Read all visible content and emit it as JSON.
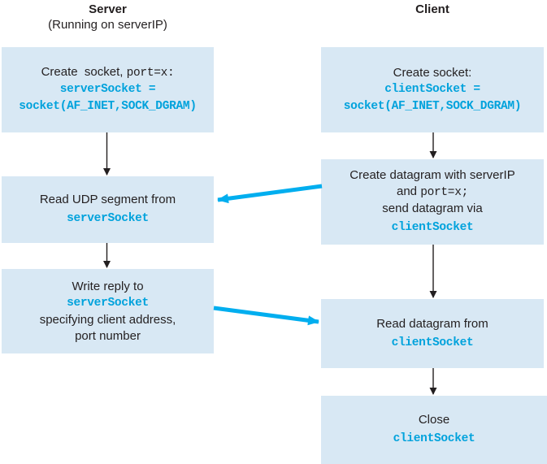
{
  "colors": {
    "box_fill": "#d8e8f4",
    "code_text": "#00a2dc",
    "arrow_accent": "#00aeef",
    "text_dark": "#231f20"
  },
  "server": {
    "heading": "Server",
    "subheading": "(Running on serverIP)",
    "box1": {
      "line1_text": "Create  socket, ",
      "line1_code": "port=x:",
      "line2_code": "serverSocket =",
      "line3_code": "socket(AF_INET,SOCK_DGRAM)"
    },
    "box2": {
      "line1_text": "Read UDP segment from",
      "line2_code": "serverSocket"
    },
    "box3": {
      "line1_text": "Write reply to",
      "line2_code": "serverSocket",
      "line3_text": "specifying client address,",
      "line4_text": "port number"
    }
  },
  "client": {
    "heading": "Client",
    "box1": {
      "line1_text": "Create socket:",
      "line2_code": "clientSocket =",
      "line3_code": "socket(AF_INET,SOCK_DGRAM)"
    },
    "box2": {
      "line1_text": "Create datagram with serverIP",
      "line2_text": "and ",
      "line2_code": "port=x;",
      "line3_text": "send datagram via",
      "line4_code": "clientSocket"
    },
    "box3": {
      "line1_text": "Read datagram from",
      "line2_code": "clientSocket"
    },
    "box4": {
      "line1_text": "Close",
      "line2_code": "clientSocket"
    }
  }
}
